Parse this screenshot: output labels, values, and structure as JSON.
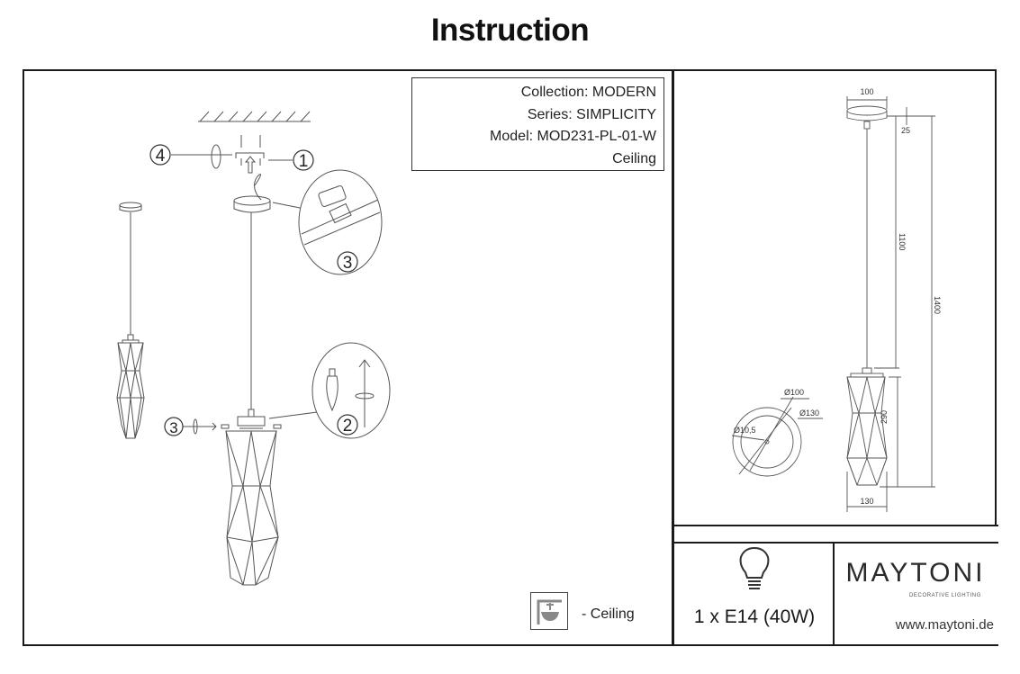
{
  "page": {
    "title": "Instruction"
  },
  "product_info": {
    "collection": "Collection: MODERN",
    "series": "Series: SIMPLICITY",
    "model": "Model: MOD231-PL-01-W",
    "mount_type": "Ceiling"
  },
  "assembly": {
    "step_1": "1",
    "step_2": "2",
    "step_3": "3",
    "step_4": "4",
    "step_3b": "3"
  },
  "dimensions": {
    "canopy_width": "100",
    "canopy_height": "25",
    "cord_length": "1100",
    "total_height": "1400",
    "shade_height": "290",
    "shade_width": "130",
    "canopy_outer_dia": "Ø130",
    "canopy_inner_dia": "Ø100",
    "hole_dia": "Ø10,5"
  },
  "legend": {
    "ceiling": "- Ceiling",
    "icon": "ceiling-mount-icon"
  },
  "bulb": {
    "spec": "1 x E14 (40W)",
    "icon": "light-bulb-icon"
  },
  "brand": {
    "name": "MAYTONI",
    "tagline": "DECORATIVE LIGHTING",
    "website": "www.maytoni.de"
  }
}
